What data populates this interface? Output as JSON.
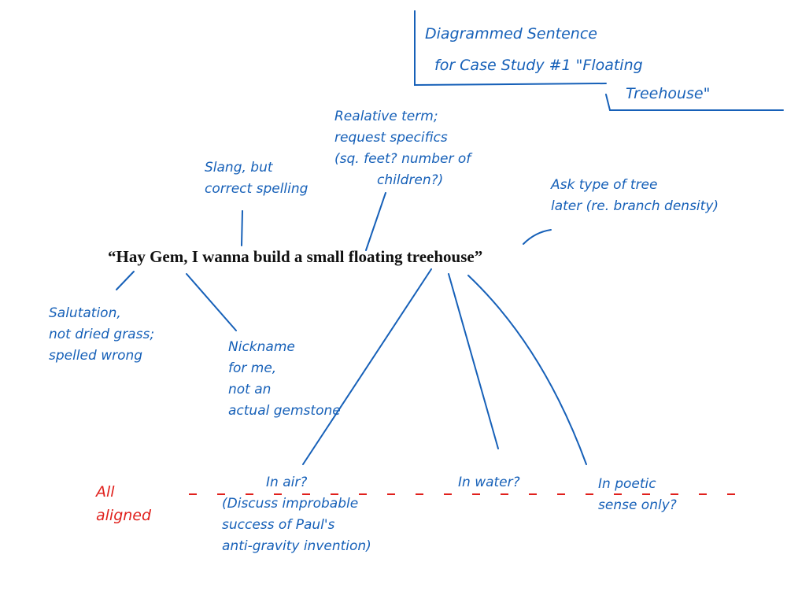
{
  "title": {
    "line1": "Diagrammed Sentence",
    "line2": "for Case Study #1 \"Floating",
    "line3": "Treehouse\""
  },
  "sentence": "“Hay Gem, I wanna build a small floating treehouse”",
  "annotations": {
    "slang": "Slang, but\ncorrect spelling",
    "relative": "Realative term;\nrequest specifics\n(sq. feet? number of\n          children?)",
    "tree": "Ask type of tree\nlater (re. branch density)",
    "salutation": "Salutation,\nnot dried grass;\nspelled wrong",
    "nickname": "Nickname\nfor me,\nnot an\nactual gemstone",
    "in_air": "In air?",
    "in_air_note": "(Discuss improbable\nsuccess of Paul's\nanti-gravity invention)",
    "in_water": "In water?",
    "poetic": "In poetic\nsense only?",
    "aligned": "All\naligned"
  },
  "colors": {
    "ink_blue": "#1660b8",
    "ink_red": "#e0201c",
    "text": "#111111"
  }
}
